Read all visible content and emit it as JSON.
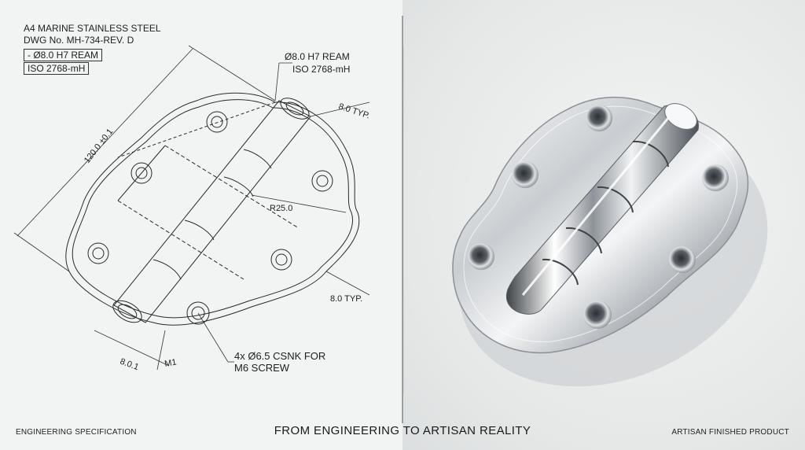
{
  "header": {
    "material": "A4 MARINE STAINLESS STEEL",
    "drawing_number": "DWG No. MH-734-REV. D",
    "box1": "- Ø8.0 H7 REAM",
    "box2": "ISO 2768-mH"
  },
  "callouts": {
    "ream": "Ø8.0 H7 REAM",
    "tolerance": "ISO 2768-mH",
    "typ_top": "8.0 TYP.",
    "length": "120.0 ±0.1",
    "radius": "R25.0",
    "typ_bottom": "8.0 TYP.",
    "bottom_dim": "8.0.1",
    "m1": "M1",
    "holes_line1": "4x Ø6.5 CSNK FOR",
    "holes_line2": "M6 SCREW"
  },
  "footer": {
    "left_caption": "ENGINEERING SPECIFICATION",
    "center_title": "FROM ENGINEERING TO ARTISAN REALITY",
    "right_caption": "ARTISAN FINISHED PRODUCT"
  },
  "colors": {
    "line_drawing": "#2a2a2a",
    "steel_highlight": "#ffffff",
    "steel_shadow": "#5a6066",
    "background": "#eceeee"
  }
}
